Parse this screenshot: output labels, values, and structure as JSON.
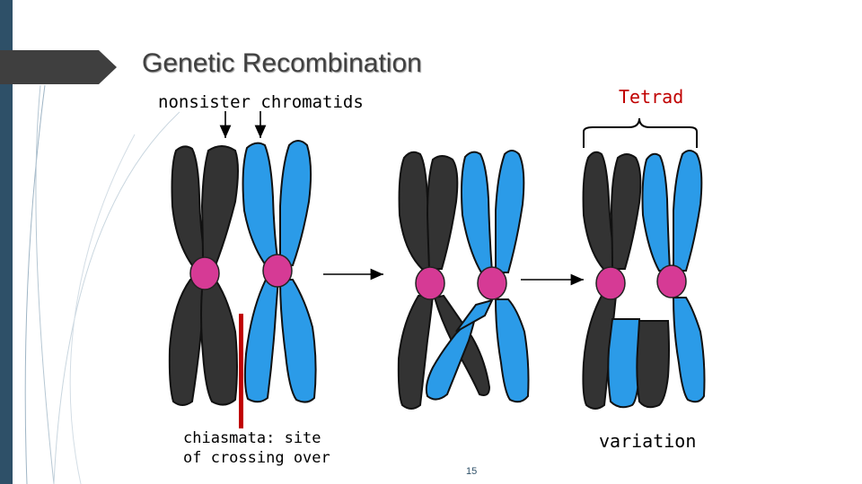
{
  "slide": {
    "title": "Genetic Recombination",
    "labels": {
      "nonsister": "nonsister chromatids",
      "tetrad": "Tetrad",
      "chiasmata_line1": "chiasmata: site",
      "chiasmata_line2": "of crossing over",
      "variation": "variation"
    },
    "slide_number": "15"
  },
  "colors": {
    "dark_chromatid": "#333333",
    "blue_chromatid": "#2b9be8",
    "centromere": "#d63a95",
    "chiasma_marker": "#c00000",
    "accent_bar": "#2e5068"
  }
}
